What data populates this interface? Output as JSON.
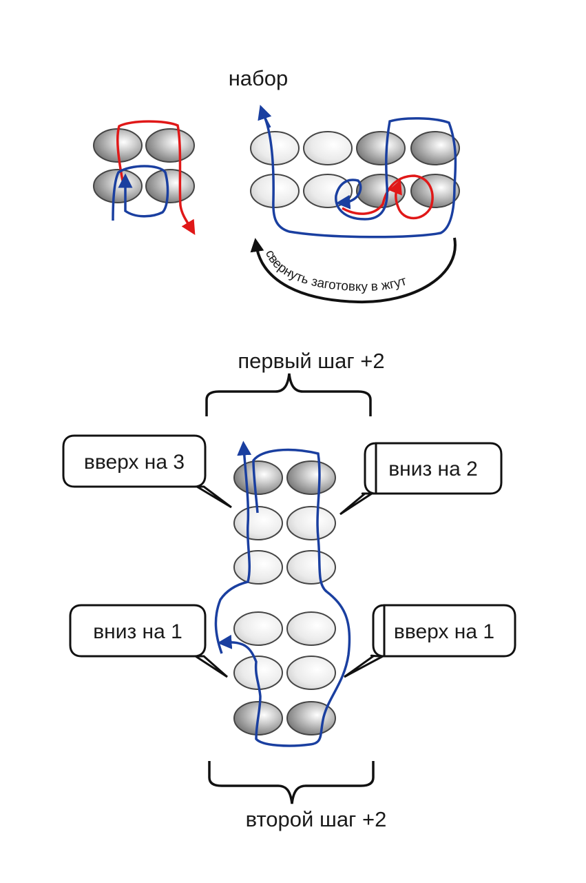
{
  "labels": {
    "cast_on": "набор",
    "roll_up": "свернуть заготовку в жгут",
    "first_step": "первый шаг +2",
    "second_step": "второй шаг +2"
  },
  "callouts": {
    "up3": "вверх на 3",
    "down2": "вниз на 2",
    "down1": "вниз на 1",
    "up1": "вверх на 1"
  },
  "colors": {
    "thread_blue": "#1a3fa0",
    "thread_red": "#e01818",
    "arrow_black": "#111111",
    "bead_dark": "#7a7a7a",
    "bead_light": "#e2e2e2"
  }
}
